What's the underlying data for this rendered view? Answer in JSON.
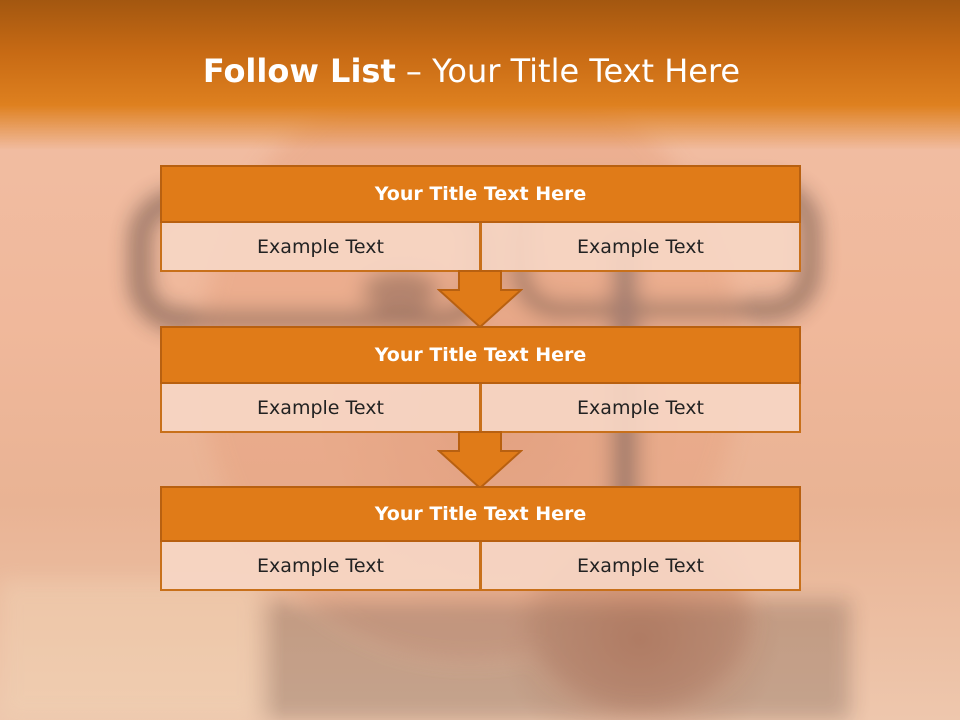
{
  "slide": {
    "title_bold": "Follow List",
    "title_rest": " – Your Title Text Here"
  },
  "steps": [
    {
      "title": "Your Title Text Here",
      "left": "Example Text",
      "right": "Example Text"
    },
    {
      "title": "Your Title Text Here",
      "left": "Example Text",
      "right": "Example Text"
    },
    {
      "title": "Your Title Text Here",
      "left": "Example Text",
      "right": "Example Text"
    }
  ],
  "colors": {
    "header": "#de801f",
    "box_head": "#e07b18",
    "box_cell": "#f6d6c4",
    "arrow": "#e07b18"
  }
}
